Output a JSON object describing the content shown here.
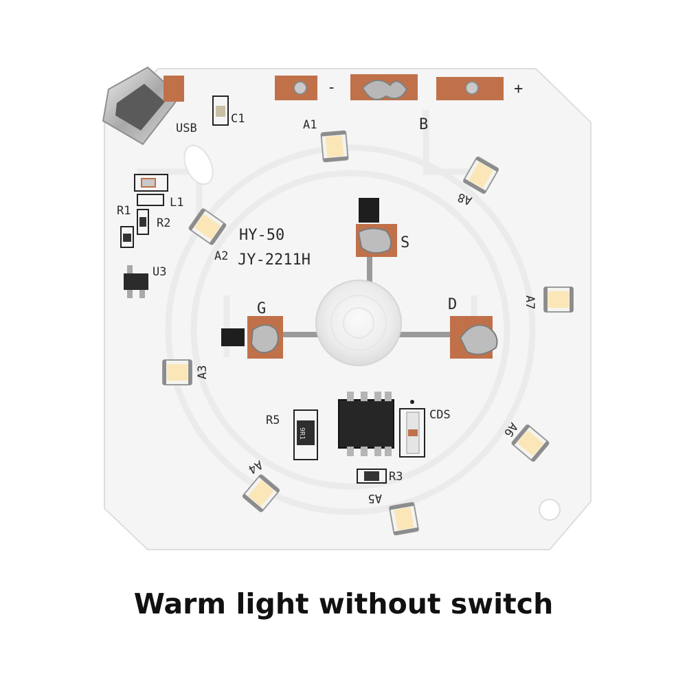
{
  "caption": "Warm light without switch",
  "board": {
    "model": "HY-50",
    "part_no": "JY-2211H",
    "terminals": {
      "minus": "-",
      "plus": "+",
      "b": "B"
    },
    "mosfet_pins": {
      "gate": "G",
      "drain": "D",
      "source": "S"
    },
    "component_labels": {
      "usb": "USB",
      "c1": "C1",
      "l1": "L1",
      "r1": "R1",
      "r2": "R2",
      "u3": "U3",
      "r3": "R3",
      "r5": "R5",
      "cds": "CDS",
      "r5_marking": "9R1"
    },
    "led_labels": [
      "A1",
      "A2",
      "A3",
      "A4",
      "A5",
      "A6",
      "A7",
      "A8"
    ]
  },
  "colors": {
    "board": "#f4f4f4",
    "copper_pad": "#c0714a",
    "led_body": "#f3f3f0",
    "led_emitter": "#fbe6b8",
    "silkscreen": "#2a2a2a",
    "trace": "#e9e9e9"
  }
}
